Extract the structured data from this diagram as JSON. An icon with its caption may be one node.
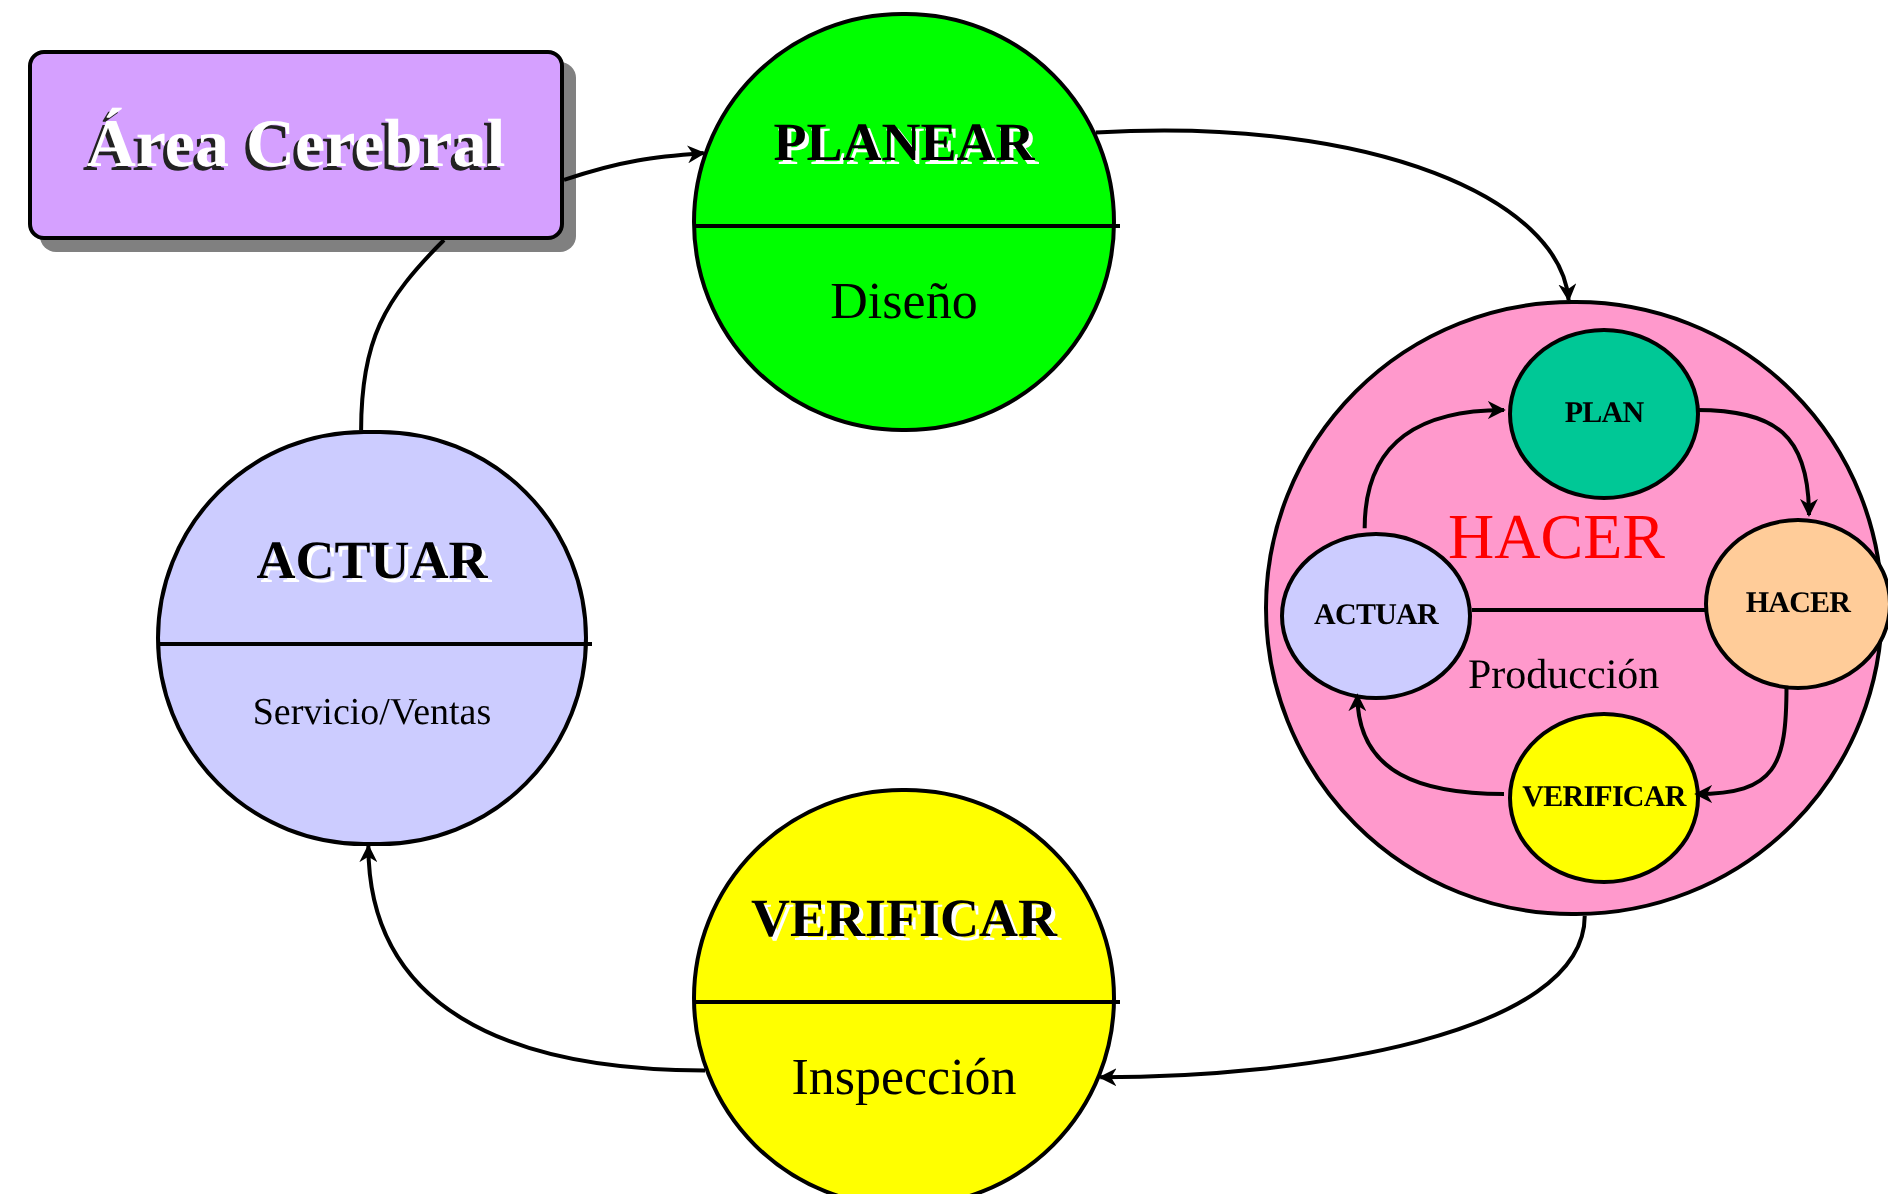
{
  "diagram": {
    "nodes": [
      {
        "text": [
          "Área Cerebral"
        ]
      },
      {
        "text": [
          "PLANEAR",
          "Diseño"
        ]
      },
      {
        "text": [
          "HACER",
          "Producción"
        ]
      },
      {
        "text": [
          "PLAN"
        ],
        "in": 2
      },
      {
        "text": [
          "HACER"
        ],
        "in": 2
      },
      {
        "text": [
          "VERIFICAR"
        ],
        "in": 2
      },
      {
        "text": [
          "ACTUAR"
        ],
        "in": 2
      },
      {
        "text": [
          "VERIFICAR",
          "Inspección"
        ]
      },
      {
        "text": [
          "ACTUAR",
          "Servicio/Ventas"
        ]
      }
    ],
    "edges": [
      {
        "from": 0,
        "to": 1,
        "arrow": "to"
      },
      {
        "from": 1,
        "to": 2,
        "arrow": "to"
      },
      {
        "from": 2,
        "to": 7,
        "arrow": "to"
      },
      {
        "from": 7,
        "to": 8,
        "arrow": "to"
      },
      {
        "from": 8,
        "to": 0,
        "arrow": "none"
      },
      {
        "from": 6,
        "to": 3,
        "arrow": "to"
      },
      {
        "from": 3,
        "to": 4,
        "arrow": "to"
      },
      {
        "from": 4,
        "to": 5,
        "arrow": "to"
      },
      {
        "from": 5,
        "to": 6,
        "arrow": "to"
      }
    ]
  }
}
